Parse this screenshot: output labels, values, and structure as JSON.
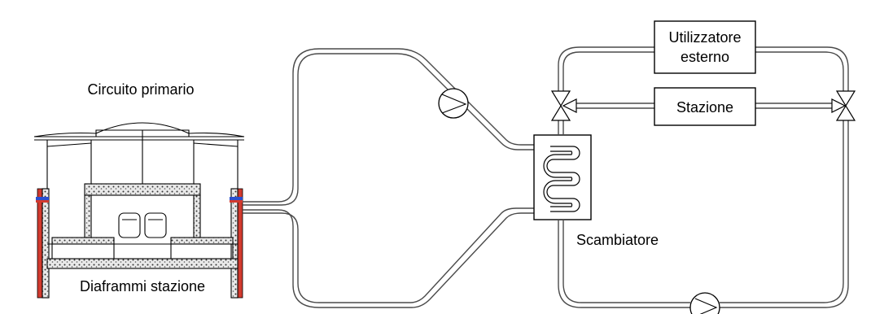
{
  "labels": {
    "primary_circuit": "Circuito primario",
    "diaphragms": "Diaframmi stazione",
    "exchanger": "Scambiatore",
    "external_user_line1": "Utilizzatore",
    "external_user_line2": "esterno",
    "station": "Stazione"
  },
  "colors": {
    "diaphragm_wall": "#d23a2e",
    "diaphragm_band": "#2a4fd0",
    "pipe": "#4a4a4a"
  },
  "icons": [
    "pump-icon",
    "valve-icon",
    "heat-exchanger-coil-icon"
  ]
}
